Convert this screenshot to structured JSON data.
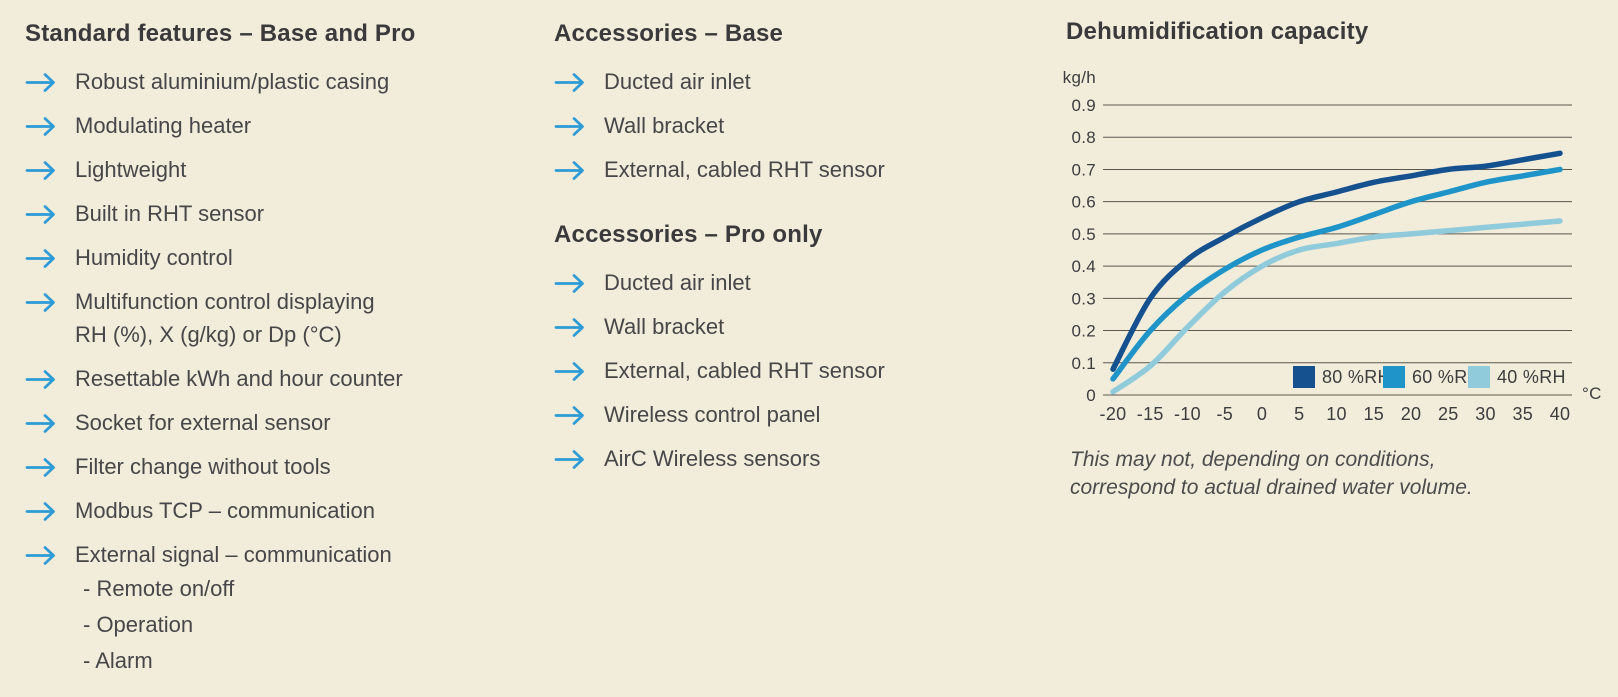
{
  "page": {
    "colors": {
      "background": "#f2ecdb",
      "heading_text": "#3a3a3c",
      "body_text": "#47474a",
      "arrow_accent": "#2d9bd5",
      "gridline": "#5c584e"
    }
  },
  "features": {
    "heading": "Standard features – Base and Pro",
    "items": [
      {
        "lines": [
          "Robust aluminium/plastic casing"
        ]
      },
      {
        "lines": [
          "Modulating heater"
        ]
      },
      {
        "lines": [
          "Lightweight"
        ]
      },
      {
        "lines": [
          "Built in RHT sensor"
        ]
      },
      {
        "lines": [
          "Humidity control"
        ]
      },
      {
        "lines": [
          "Multifunction control displaying",
          "RH (%), X (g/kg) or Dp (°C)"
        ]
      },
      {
        "lines": [
          "Resettable kWh and hour counter"
        ]
      },
      {
        "lines": [
          "Socket for external sensor"
        ]
      },
      {
        "lines": [
          "Filter change without tools"
        ]
      },
      {
        "lines": [
          "Modbus TCP – communication"
        ]
      },
      {
        "lines": [
          "External signal – communication"
        ],
        "subitems": [
          "- Remote on/off",
          "- Operation",
          "- Alarm"
        ]
      }
    ]
  },
  "accessories_base": {
    "heading": "Accessories – Base",
    "items": [
      {
        "lines": [
          "Ducted air inlet"
        ]
      },
      {
        "lines": [
          "Wall bracket"
        ]
      },
      {
        "lines": [
          "External, cabled RHT sensor"
        ]
      }
    ]
  },
  "accessories_pro": {
    "heading": "Accessories – Pro only",
    "items": [
      {
        "lines": [
          "Ducted air inlet"
        ]
      },
      {
        "lines": [
          "Wall bracket"
        ]
      },
      {
        "lines": [
          "External, cabled RHT sensor"
        ]
      },
      {
        "lines": [
          "Wireless control panel"
        ]
      },
      {
        "lines": [
          "AirC Wireless sensors"
        ]
      }
    ]
  },
  "chart_data": {
    "type": "line",
    "title": "Dehumidification capacity",
    "y_unit_label": "kg/h",
    "x_unit_label": "°C",
    "x": [
      -20,
      -15,
      -10,
      -5,
      0,
      5,
      10,
      15,
      20,
      25,
      30,
      35,
      40
    ],
    "y_ticks": [
      0,
      0.1,
      0.2,
      0.3,
      0.4,
      0.5,
      0.6,
      0.7,
      0.8,
      0.9
    ],
    "ylim": [
      0,
      0.9
    ],
    "xlim": [
      -20,
      40
    ],
    "grid": true,
    "legend_position": "inside-bottom-right",
    "series": [
      {
        "name": "80 %RH",
        "color": "#15518f",
        "values": [
          0.08,
          0.3,
          0.42,
          0.49,
          0.55,
          0.6,
          0.63,
          0.66,
          0.68,
          0.7,
          0.71,
          0.73,
          0.75
        ]
      },
      {
        "name": "60 %RH",
        "color": "#1e94c8",
        "values": [
          0.05,
          0.2,
          0.31,
          0.39,
          0.45,
          0.49,
          0.52,
          0.56,
          0.6,
          0.63,
          0.66,
          0.68,
          0.7
        ]
      },
      {
        "name": "40 %RH",
        "color": "#90cbdc",
        "values": [
          0.01,
          0.09,
          0.21,
          0.32,
          0.4,
          0.45,
          0.47,
          0.49,
          0.5,
          0.51,
          0.52,
          0.53,
          0.54
        ]
      }
    ],
    "caption_lines": [
      "This may not, depending on conditions,",
      "correspond to actual drained water volume."
    ]
  }
}
